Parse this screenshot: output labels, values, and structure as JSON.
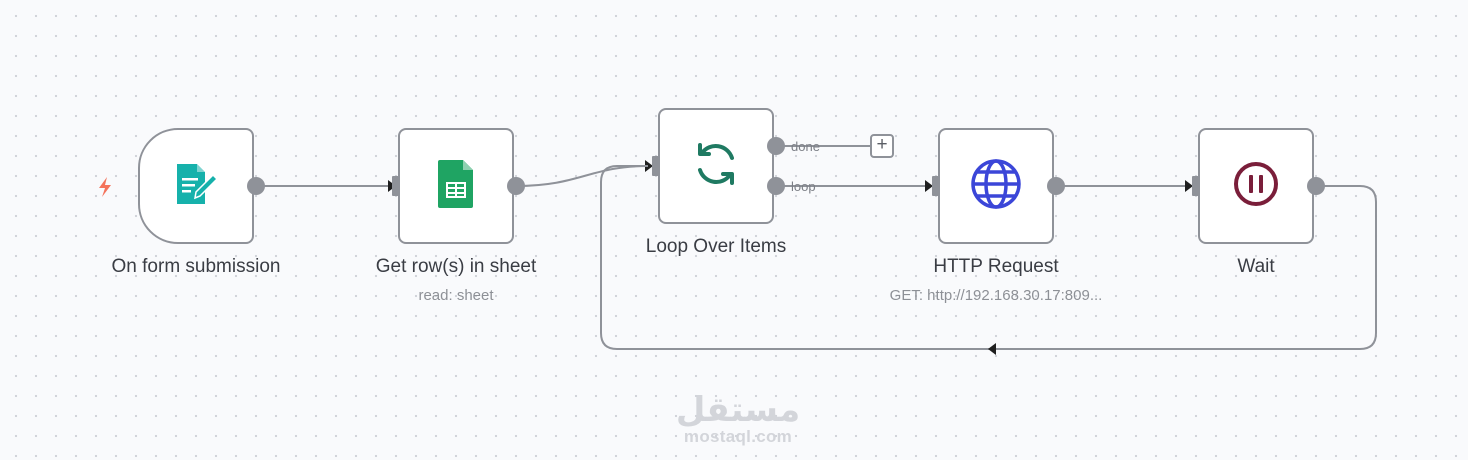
{
  "canvas": {
    "background": "#f9fafc",
    "edge_color": "#8f9299"
  },
  "nodes": [
    {
      "id": "form",
      "title": "On form submission",
      "subtitle": "",
      "icon": "form-icon",
      "color": "#16b1ab",
      "is_trigger": true
    },
    {
      "id": "sheets",
      "title": "Get row(s) in sheet",
      "subtitle": "read: sheet",
      "icon": "google-sheets-icon",
      "color": "#1fa463"
    },
    {
      "id": "loop",
      "title": "Loop Over Items",
      "subtitle": "",
      "icon": "refresh-icon",
      "color": "#1f7a62"
    },
    {
      "id": "http",
      "title": "HTTP Request",
      "subtitle": "GET: http://192.168.30.17:809...",
      "icon": "globe-icon",
      "color": "#3b46d8"
    },
    {
      "id": "wait",
      "title": "Wait",
      "subtitle": "",
      "icon": "pause-icon",
      "color": "#7a1e3a"
    }
  ],
  "ports": {
    "done_label": "done",
    "loop_label": "loop"
  },
  "add_button": {
    "symbol": "+"
  },
  "trigger_marker": {
    "icon": "lightning-icon",
    "color": "#f4735b"
  },
  "watermark": {
    "logo_text": "مستقل",
    "url": "mostaql.com"
  }
}
